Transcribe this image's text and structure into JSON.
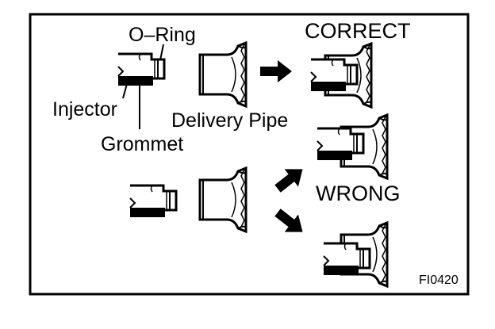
{
  "labels": {
    "o_ring": "O–Ring",
    "injector": "Injector",
    "grommet": "Grommet",
    "delivery_pipe": "Delivery Pipe",
    "correct": "CORRECT",
    "wrong": "WRONG",
    "figure_code": "FI0420"
  },
  "colors": {
    "ink": "#000000",
    "paper": "#ffffff"
  }
}
